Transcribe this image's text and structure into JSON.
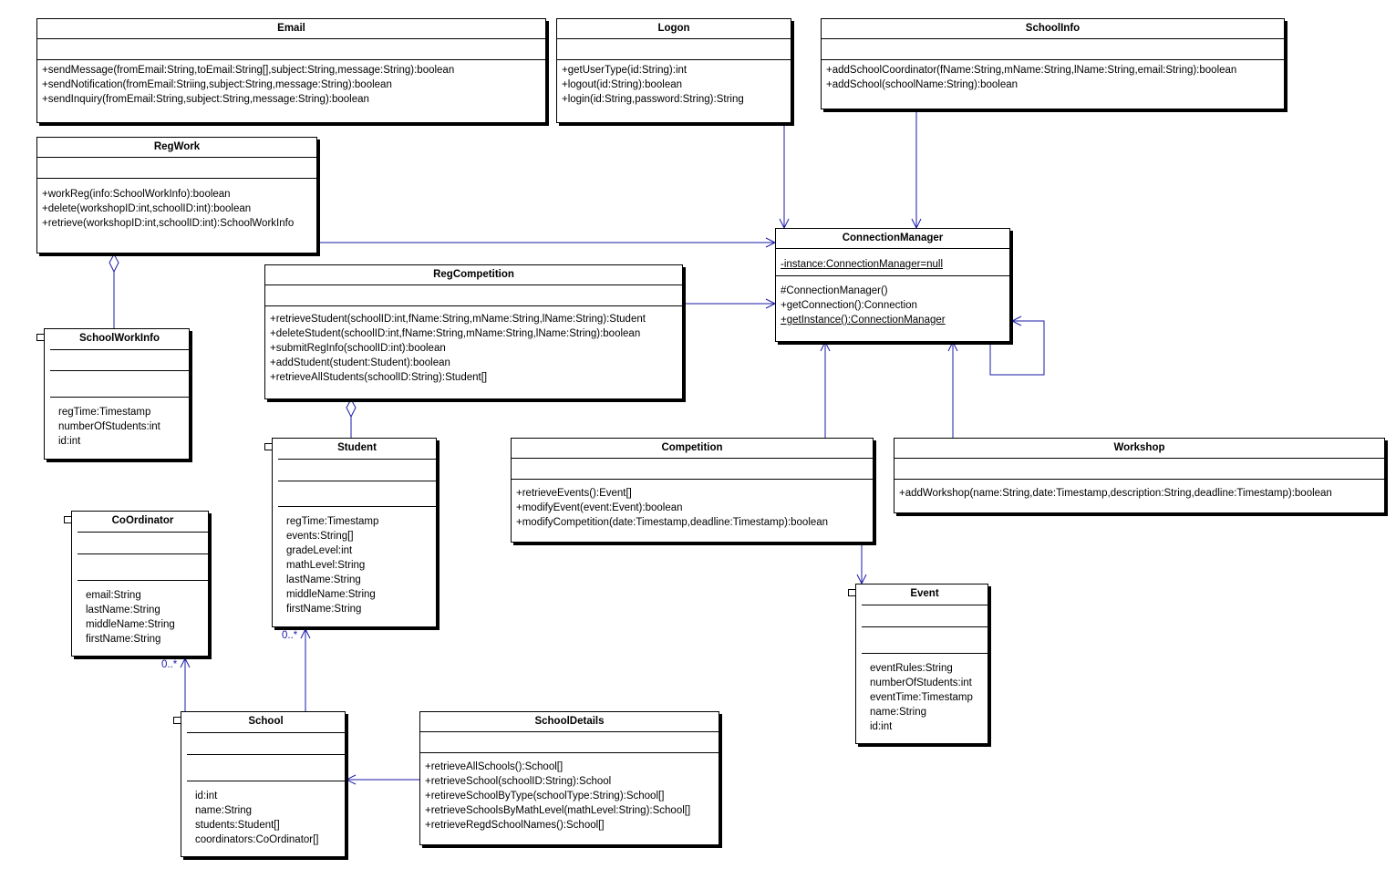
{
  "classes": {
    "email": {
      "name": "Email",
      "attributes": [],
      "operations": [
        "+sendMessage(fromEmail:String,toEmail:String[],subject:String,message:String):boolean",
        "+sendNotification(fromEmail:Striing,subject:String,message:String):boolean",
        "+sendInquiry(fromEmail:String,subject:String,message:String):boolean"
      ]
    },
    "logon": {
      "name": "Logon",
      "attributes": [],
      "operations": [
        "+getUserType(id:String):int",
        "+logout(id:String):boolean",
        "+login(id:String,password:String):String"
      ]
    },
    "schoolinfo": {
      "name": "SchoolInfo",
      "attributes": [],
      "operations": [
        "+addSchoolCoordinator(fName:String,mName:String,lName:String,email:String):boolean",
        "+addSchool(schoolName:String):boolean"
      ]
    },
    "regwork": {
      "name": "RegWork",
      "attributes": [],
      "operations": [
        "+workReg(info:SchoolWorkInfo):boolean",
        "+delete(workshopID:int,schoolID:int):boolean",
        "+retrieve(workshopID:int,schoolID:int):SchoolWorkInfo"
      ]
    },
    "connectionmanager": {
      "name": "ConnectionManager",
      "attributes": [
        "-instance:ConnectionManager=null"
      ],
      "operations": [
        "#ConnectionManager()",
        "+getConnection():Connection",
        "+getInstance():ConnectionManager"
      ]
    },
    "regcompetition": {
      "name": "RegCompetition",
      "attributes": [],
      "operations": [
        "+retrieveStudent(schoolID:int,fName:String,mName:String,lName:String):Student",
        "+deleteStudent(schoolID:int,fName:String,mName:String,lName:String):boolean",
        "+submitRegInfo(schoolID:int):boolean",
        "+addStudent(student:Student):boolean",
        "+retrieveAllStudents(schoolID:String):Student[]"
      ]
    },
    "competition": {
      "name": "Competition",
      "attributes": [],
      "operations": [
        "+retrieveEvents():Event[]",
        "+modifyEvent(event:Event):boolean",
        "+modifyCompetition(date:Timestamp,deadline:Timestamp):boolean"
      ]
    },
    "workshop": {
      "name": "Workshop",
      "attributes": [],
      "operations": [
        "+addWorkshop(name:String,date:Timestamp,description:String,deadline:Timestamp):boolean"
      ]
    },
    "schooldetails": {
      "name": "SchoolDetails",
      "attributes": [],
      "operations": [
        "+retrieveAllSchools():School[]",
        "+retrieveSchool(schoolID:String):School",
        "+retireveSchoolByType(schoolType:String):School[]",
        "+retrieveSchoolsByMathLevel(mathLevel:String):School[]",
        "+retrieveRegdSchoolNames():School[]"
      ]
    }
  },
  "datatypes": {
    "schoolworkinfo": {
      "name": "SchoolWorkInfo",
      "attributes": [
        "regTime:Timestamp",
        "numberOfStudents:int",
        "id:int"
      ]
    },
    "student": {
      "name": "Student",
      "attributes": [
        "regTime:Timestamp",
        "events:String[]",
        "gradeLevel:int",
        "mathLevel:String",
        "lastName:String",
        "middleName:String",
        "firstName:String"
      ]
    },
    "coordinator": {
      "name": "CoOrdinator",
      "attributes": [
        "email:String",
        "lastName:String",
        "middleName:String",
        "firstName:String"
      ]
    },
    "event": {
      "name": "Event",
      "attributes": [
        "eventRules:String",
        "numberOfStudents:int",
        "eventTime:Timestamp",
        "name:String",
        "id:int"
      ]
    },
    "school": {
      "name": "School",
      "attributes": [
        "id:int",
        "name:String",
        "students:Student[]",
        "coordinators:CoOrdinator[]"
      ]
    }
  },
  "multiplicities": {
    "school_student": "0..*",
    "school_coordinator": "0..*"
  },
  "colors": {
    "connector": "#1a1aa8",
    "box_border": "#000000",
    "background": "#ffffff"
  }
}
